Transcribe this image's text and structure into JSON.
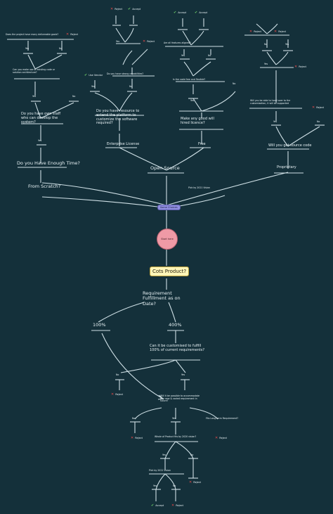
{
  "diagram": {
    "root_label": "Start here",
    "hub_label": "Some Choices",
    "main_question": "Cots Product?",
    "requirement": "Requirement Fulfillment as on Date?",
    "pct_low": "100%",
    "pct_high": "400%",
    "customize_q": "Can it be customised to fulfill 100% of current requirements?",
    "yes": "Yes",
    "no": "No",
    "reject": "Reject",
    "accept": "Accept",
    "feasible_q": "Will it be possible to accommodate any new & varied requirement in future?",
    "fit_long_term": "Fits Long term Requirement?",
    "whole_product": "Whole of Product fits by 2020 vision?",
    "from_scratch": "From Scratch?",
    "enough_time": "Do you Have Enough Time?",
    "own_people": "Do you have own staff who can develop the system?",
    "make_use": "Can you make use of existing code or solution architecture?",
    "pick_one": "Pick by 2021 Vision",
    "open_source": "Open Source",
    "proprietary": "Proprietary",
    "enterprise": "Enterprise License",
    "free": "Free",
    "free_q": "Do you have resource to extend the platform to customize the software required?",
    "long_term_free": "Make any good will hired licence?",
    "source_code_q": "Will you get source code",
    "vendor_q": "Will you be able to hand over to the customization, it will be supported",
    "ok": "Use Vendor",
    "top_q1": "Does the project have many deliverable goals?",
    "top_q2": "Do you have strong capabilities?",
    "top_q3": "Is the code free and flexible?",
    "top_q4": "Are all features aligned?"
  }
}
